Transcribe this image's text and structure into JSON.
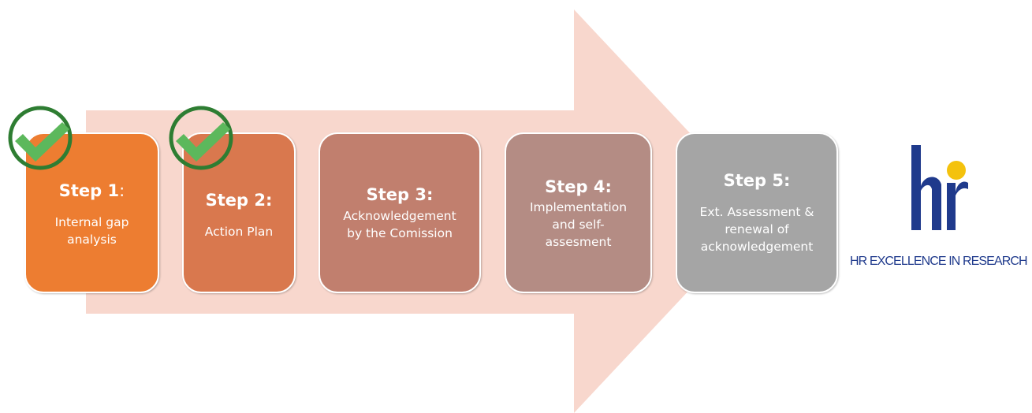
{
  "steps": [
    {
      "title": "Step 1",
      "title_suffix": ":",
      "description": "Internal gap\nanalysis",
      "completed": true,
      "color": "#ed7d31"
    },
    {
      "title": "Step 2:",
      "title_suffix": "",
      "description": "Action Plan",
      "completed": true,
      "color": "#d9784e"
    },
    {
      "title": "Step 3:",
      "title_suffix": "",
      "description": "Acknowledgement\nby the Comission",
      "completed": false,
      "color": "#c17f6e"
    },
    {
      "title": "Step 4:",
      "title_suffix": "",
      "description": "Implementation\nand self-\nassesment",
      "completed": false,
      "color": "#b48c84"
    },
    {
      "title": "Step 5:",
      "title_suffix": "",
      "description": "Ext. Assessment &\nrenewal of\nacknowledgement",
      "completed": false,
      "color": "#a5a5a5"
    }
  ],
  "logo": {
    "caption": "HR EXCELLENCE IN RESEARCH",
    "brand_color": "#1f3a8c",
    "dot_color": "#f4c20d"
  },
  "colors": {
    "arrow": "#f8d7cd",
    "check_ring": "#2e7d32",
    "check_mark": "#5cb85c"
  },
  "icons": [
    "check-icon",
    "hr-excellence-logo"
  ]
}
